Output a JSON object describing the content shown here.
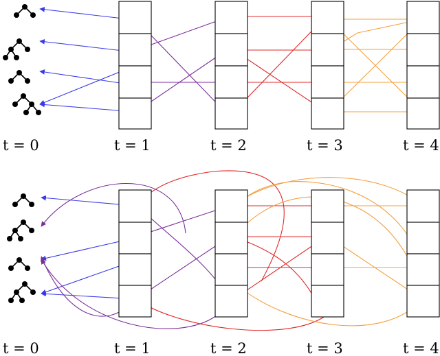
{
  "colors": {
    "t1": "#3a3ae6",
    "t2": "#7a2e9a",
    "t3": "#e02828",
    "t4": "#f5a040",
    "box_stroke": "#000000",
    "tree": "#000000"
  },
  "icons": [
    "binary-tree-icon"
  ],
  "panels": [
    {
      "id": "top",
      "labels": {
        "t0": "t = 0",
        "t1": "t = 1",
        "t2": "t = 2",
        "t3": "t = 3",
        "t4": "t = 4"
      },
      "trees": [
        "tree-a",
        "tree-b",
        "tree-c",
        "tree-d"
      ],
      "stacks": [
        {
          "time": 1,
          "cells": 4
        },
        {
          "time": 2,
          "cells": 4
        },
        {
          "time": 3,
          "cells": 4
        },
        {
          "time": 4,
          "cells": 4
        }
      ]
    },
    {
      "id": "bottom",
      "labels": {
        "t0": "t = 0",
        "t1": "t = 1",
        "t2": "t = 2",
        "t3": "t = 3",
        "t4": "t = 4"
      },
      "trees": [
        "tree-e",
        "tree-f",
        "tree-g",
        "tree-h"
      ],
      "stacks": [
        {
          "time": 1,
          "cells": 4
        },
        {
          "time": 2,
          "cells": 4
        },
        {
          "time": 3,
          "cells": 4
        },
        {
          "time": 4,
          "cells": 4
        }
      ]
    }
  ]
}
